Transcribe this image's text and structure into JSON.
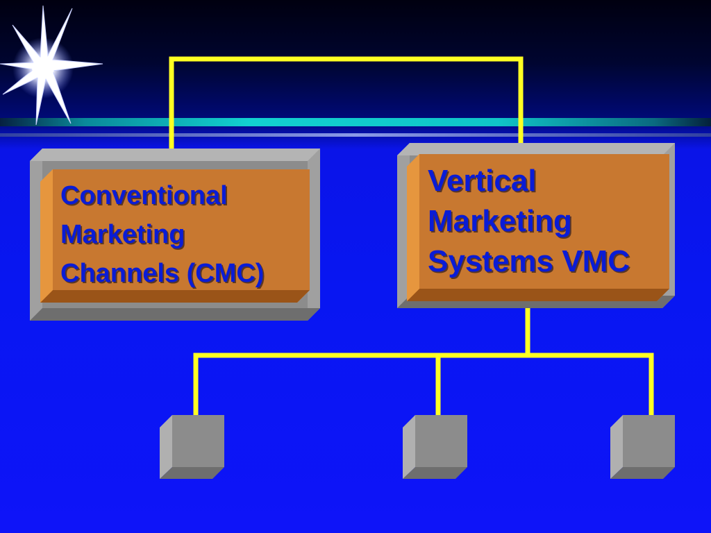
{
  "diagram": {
    "nodes": {
      "cmc": {
        "lines": [
          "Conventional",
          "Marketing",
          "Channels (CMC)"
        ]
      },
      "vmc": {
        "lines": [
          "Vertical",
          "Marketing",
          "Systems VMC"
        ]
      },
      "children": [
        {
          "label": ""
        },
        {
          "label": ""
        },
        {
          "label": ""
        }
      ]
    },
    "colors": {
      "connector": "#ffff22",
      "box_face": "#c87830",
      "box_frame": "#8c8c8c",
      "label_text": "#0a1cd6",
      "accent_stripe": "#10c8c8"
    }
  }
}
